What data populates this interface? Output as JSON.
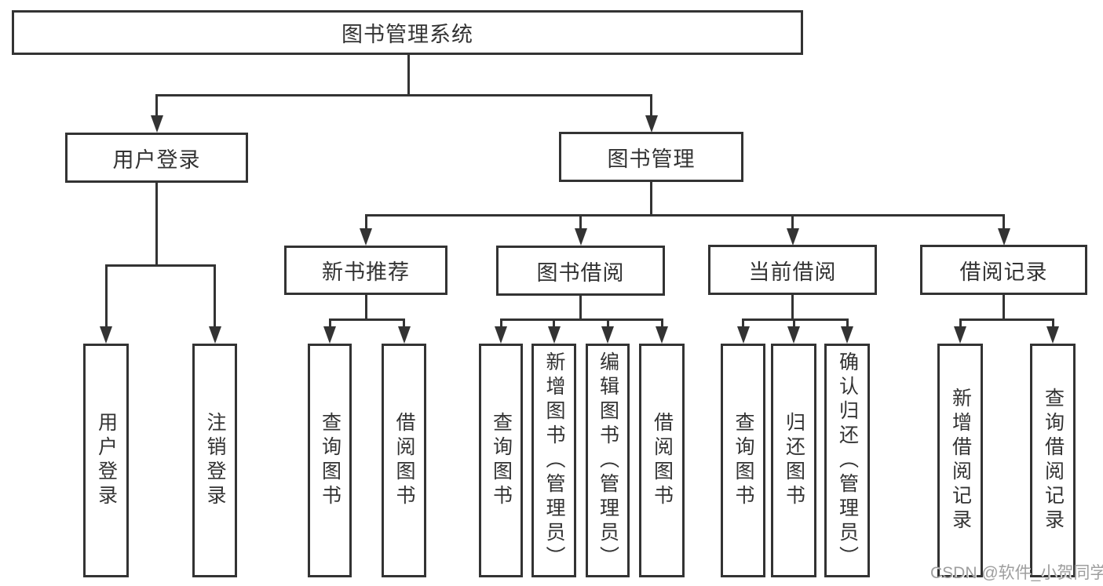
{
  "diagram_title": "图书管理系统",
  "boxes": [
    {
      "id": "root",
      "label": "图书管理系统"
    },
    {
      "id": "ulogin",
      "label": "用户登录"
    },
    {
      "id": "bmgmt",
      "label": "图书管理"
    },
    {
      "id": "nbook",
      "label": "新书推荐"
    },
    {
      "id": "bborrow",
      "label": "图书借阅"
    },
    {
      "id": "cborrow",
      "label": "当前借阅"
    },
    {
      "id": "brecord",
      "label": "借阅记录"
    }
  ],
  "leaves": [
    {
      "id": "l1",
      "label": "用户登录",
      "parent": "用户登录"
    },
    {
      "id": "l2",
      "label": "注销登录",
      "parent": "用户登录"
    },
    {
      "id": "l3",
      "label": "查询图书",
      "parent": "新书推荐"
    },
    {
      "id": "l4",
      "label": "借阅图书",
      "parent": "新书推荐"
    },
    {
      "id": "l5",
      "label": "查询图书",
      "parent": "图书借阅"
    },
    {
      "id": "l6",
      "label": "新增图书（管理员）",
      "parent": "图书借阅"
    },
    {
      "id": "l7",
      "label": "编辑图书（管理员）",
      "parent": "图书借阅"
    },
    {
      "id": "l8",
      "label": "借阅图书",
      "parent": "图书借阅"
    },
    {
      "id": "l9",
      "label": "查询图书",
      "parent": "当前借阅"
    },
    {
      "id": "l10",
      "label": "归还图书",
      "parent": "当前借阅"
    },
    {
      "id": "l11",
      "label": "确认归还（管理员）",
      "parent": "当前借阅"
    },
    {
      "id": "l12",
      "label": "新增借阅记录",
      "parent": "借阅记录"
    },
    {
      "id": "l13",
      "label": "查询借阅记录",
      "parent": "借阅记录"
    }
  ],
  "watermark": {
    "text": "CSDN @软件_小贺同学"
  },
  "colors": {
    "line": "#333333",
    "text": "#333333",
    "box_background": "#ffffff",
    "page_background": "#ffffff",
    "watermark": "#9e9e9e"
  }
}
